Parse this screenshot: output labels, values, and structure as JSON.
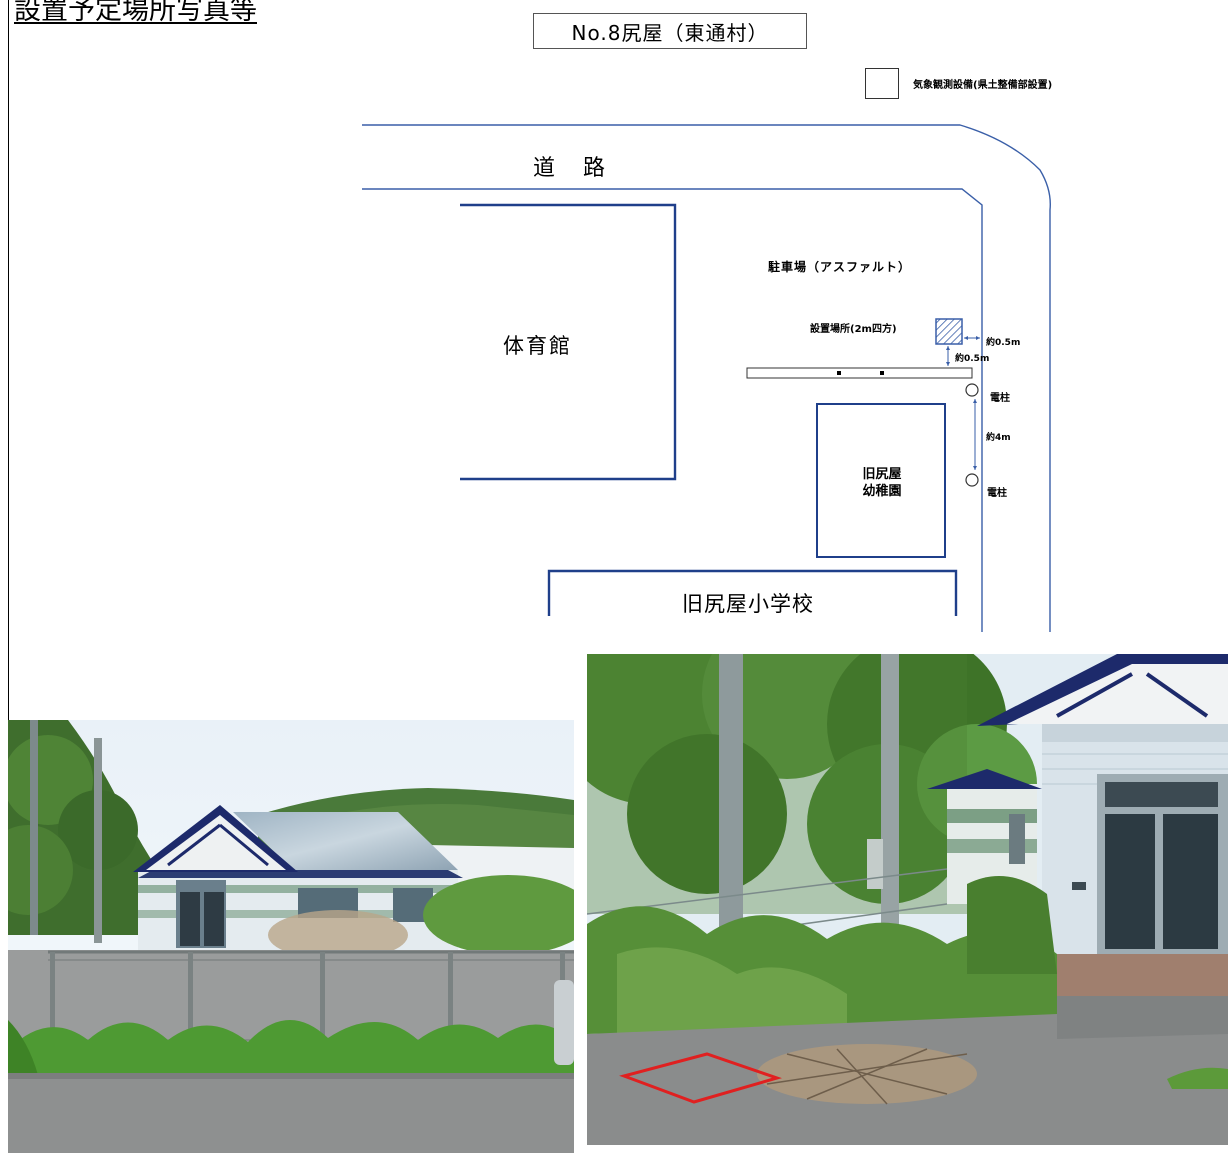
{
  "document": {
    "heading": "設置予定場所写真等",
    "site_title": "No.8尻屋（東通村）"
  },
  "legend": {
    "label": "気象観測設備(県土整備部設置)"
  },
  "map": {
    "road_label": "道路",
    "gym_label": "体育館",
    "parking_label": "駐車場（アスファルト）",
    "install_site_label": "設置場所(2m四方)",
    "distance_half_m_1": "約0.5m",
    "distance_half_m_2": "約0.5m",
    "pole_label_1": "電柱",
    "distance_4m": "約4m",
    "pole_label_2": "電柱",
    "kindergarten_label": "旧尻屋\n幼稚園",
    "school_label": "旧尻屋小学校"
  },
  "colors": {
    "map_line": "#3a5fa8",
    "marker_red": "#e02020",
    "roof_navy": "#1d2a6b"
  },
  "icons": [
    "hatched-square-icon",
    "utility-pole-icon"
  ]
}
